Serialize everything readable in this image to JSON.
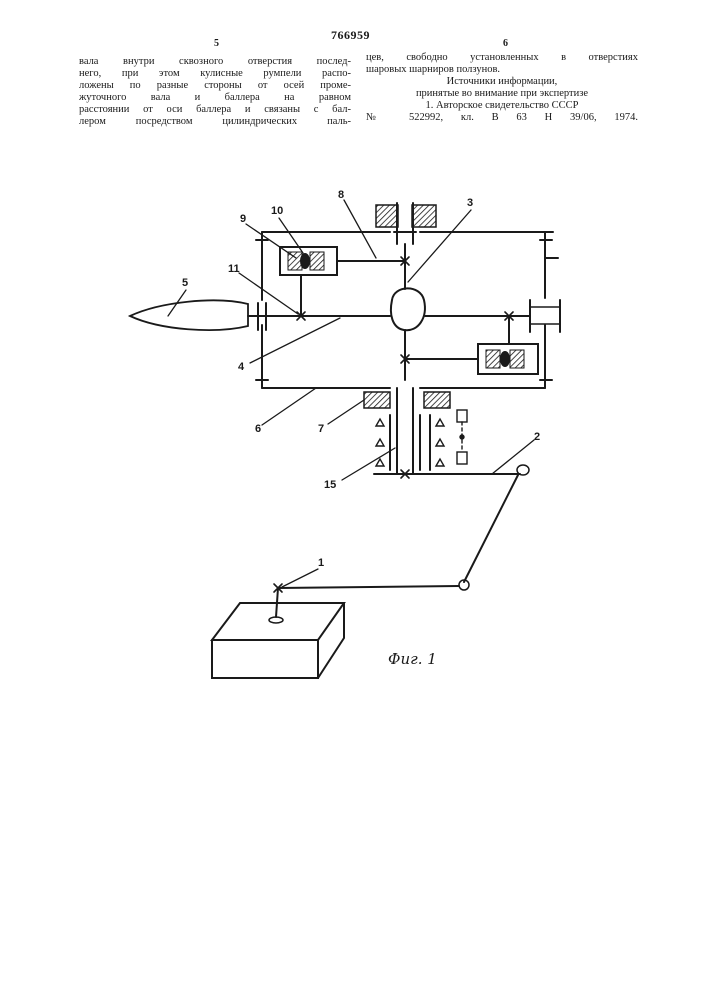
{
  "header": {
    "patent_number": "766959",
    "col_left_number": "5",
    "col_right_number": "6"
  },
  "left_column": {
    "lines": [
      "вала внутри  сквозного отверстия послед-",
      "него, при этом  кулисные  румпели распо-",
      "ложены по разные  стороны от осей проме-",
      "жуточного вала  и  баллера  на  равном",
      "расстоянии от оси баллера и связаны с бал-",
      "лером  посредством  цилиндрических паль-"
    ]
  },
  "right_column": {
    "lines": [
      "цев,  свободно установленных в  отверстиях",
      "шаровых  шарниров ползунов.",
      "Источники  информации,",
      "принятые во  внимание при экспертизе",
      "1.  Авторское свидетельство СССР",
      "№    522992,  кл.    В 63 Н    39/06,    1974."
    ]
  },
  "figure": {
    "caption": "Фиг. 1",
    "labels": {
      "l1": "1",
      "l2": "2",
      "l3": "3",
      "l4": "4",
      "l5": "5",
      "l6": "6",
      "l7": "7",
      "l8": "8",
      "l9": "9",
      "l10": "10",
      "l11": "11",
      "l15": "15"
    }
  }
}
